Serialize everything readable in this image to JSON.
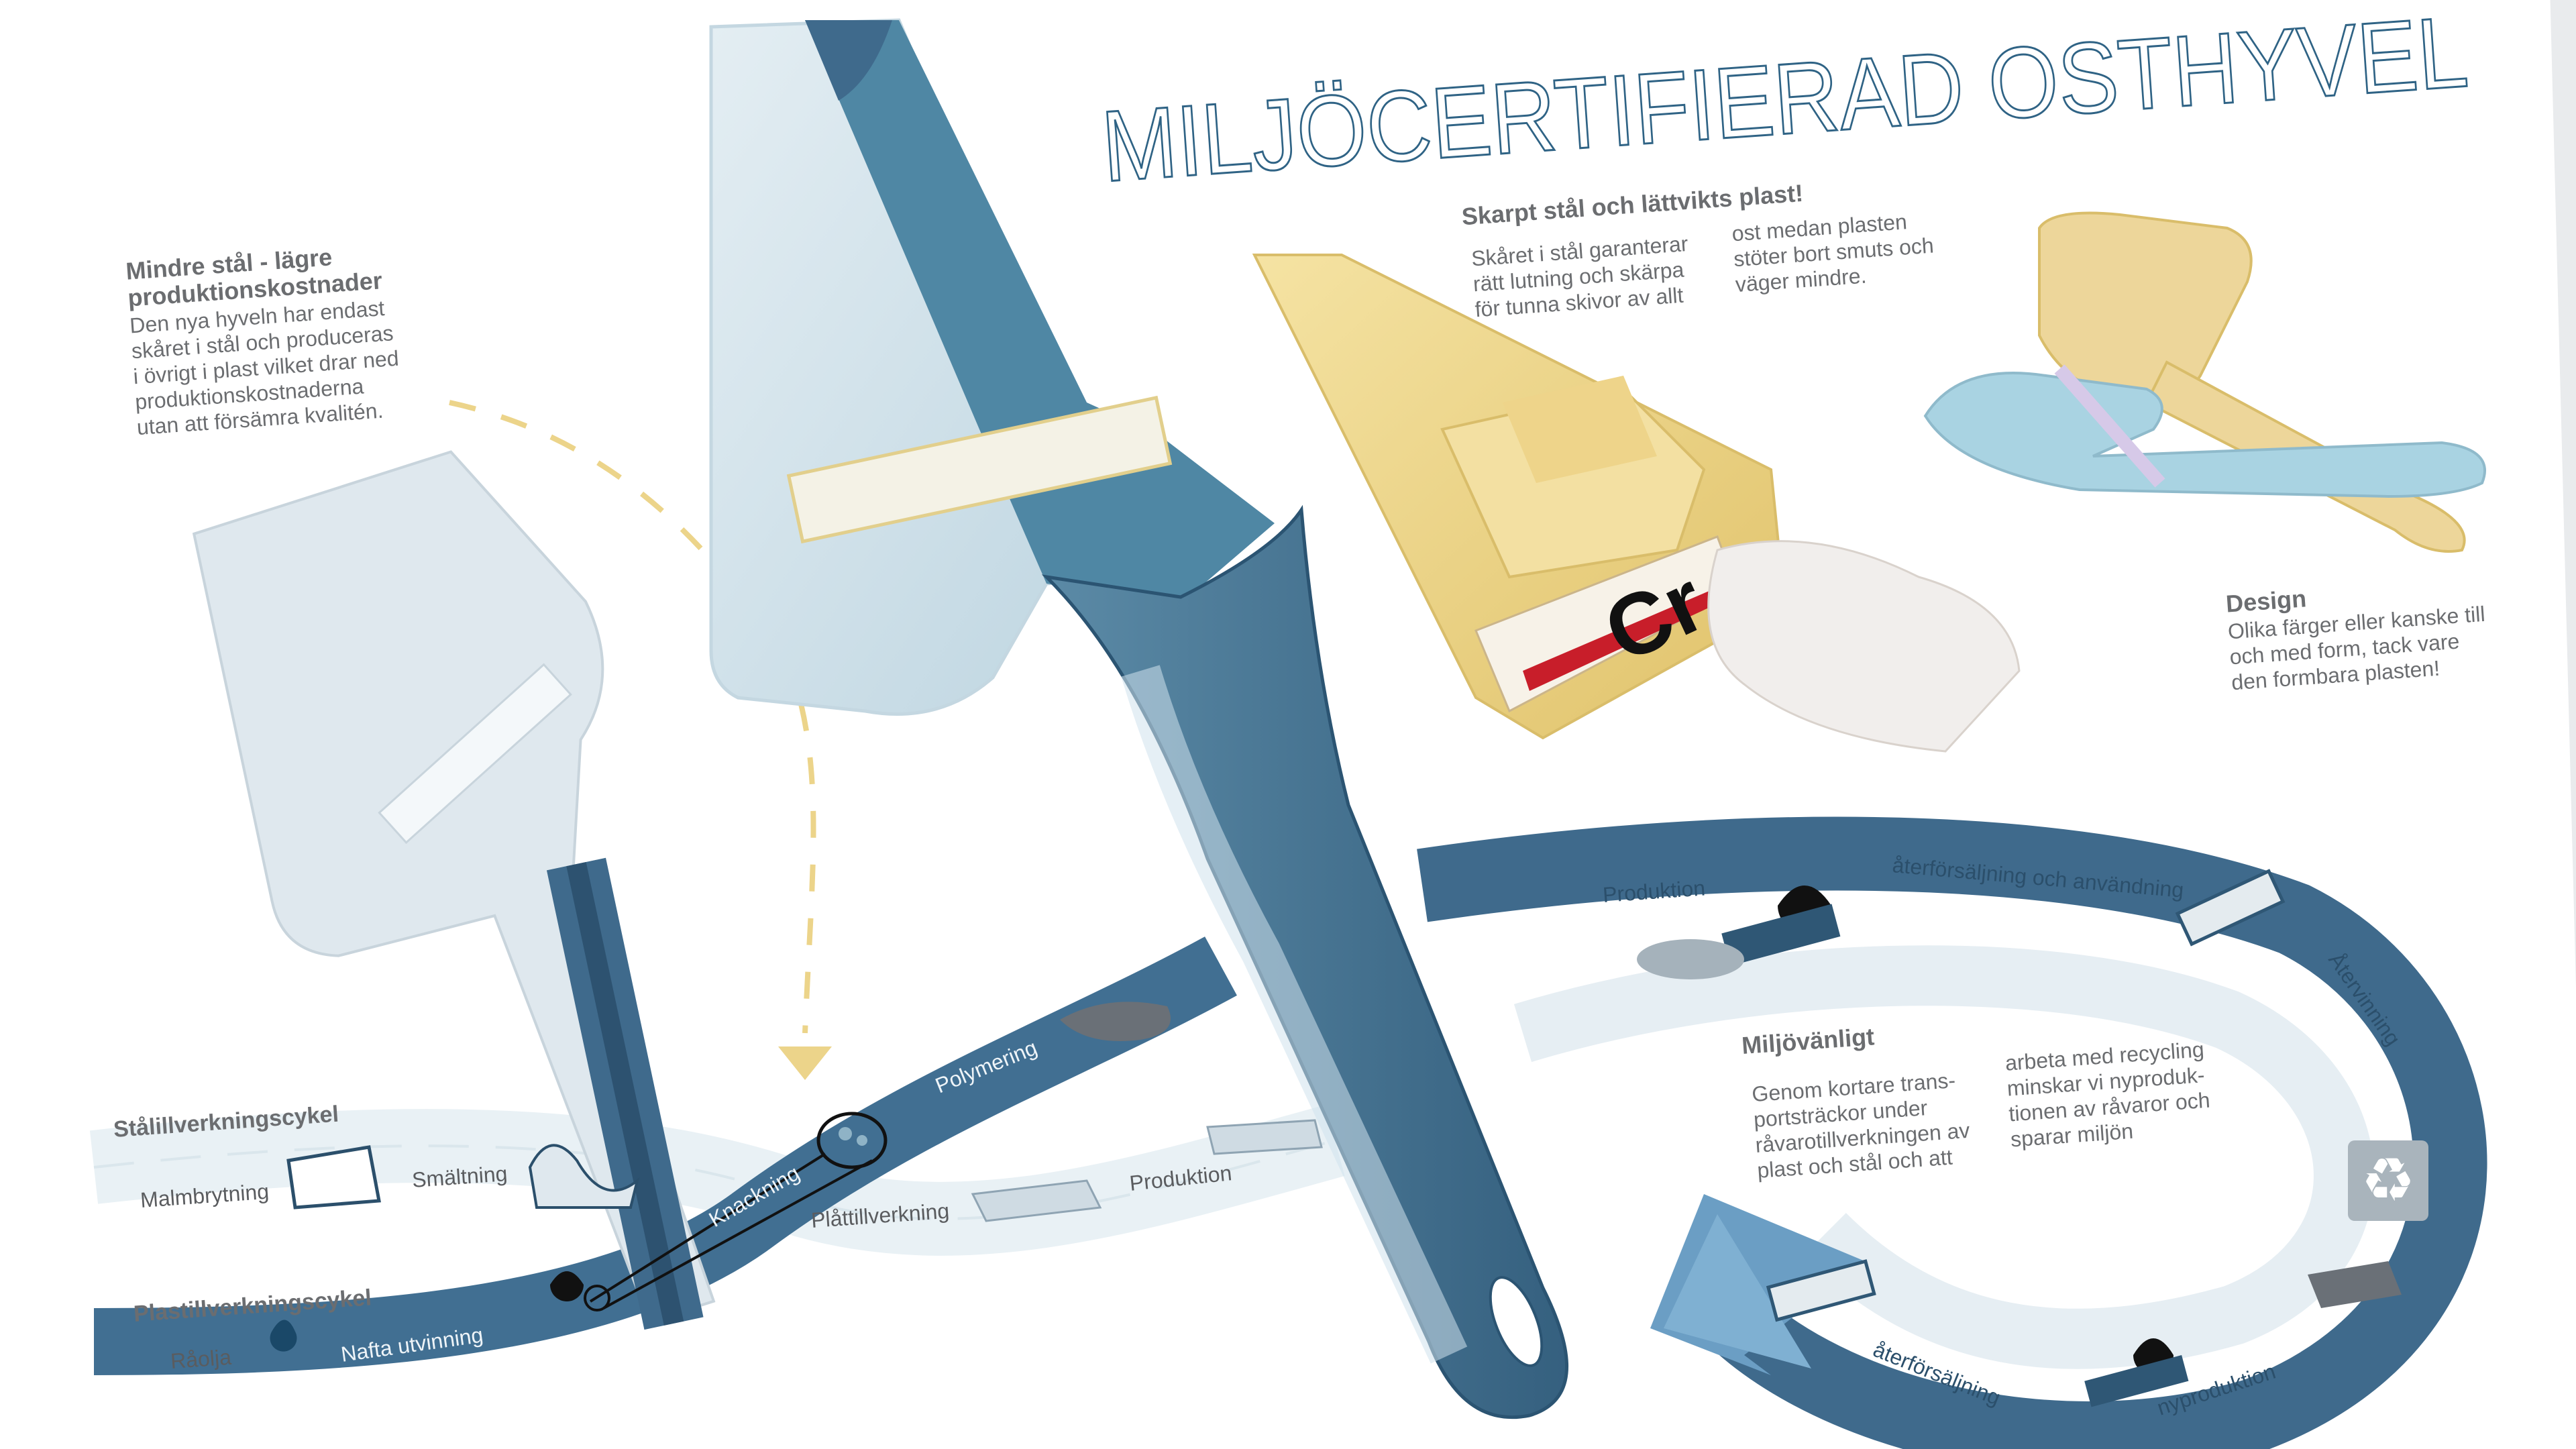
{
  "title": "MILJÖCERTIFIERAD OSTHYVEL",
  "sections": {
    "cost": {
      "heading_1": "Mindre stål - lägre",
      "heading_2": "produktionskostnader",
      "lines": [
        "Den nya hyveln har endast",
        "skåret i stål och produceras",
        "i övrigt i plast vilket drar ned",
        "produktionskostnaderna",
        "utan att försämra kvalitén."
      ]
    },
    "steel_plastic": {
      "heading": "Skarpt stål och lättvikts plast!",
      "col1": [
        "Skåret i stål garanterar",
        "rätt lutning och skärpa",
        "för tunna skivor av allt"
      ],
      "col2": [
        "ost medan plasten",
        "stöter bort smuts och",
        "väger mindre."
      ]
    },
    "design": {
      "heading": "Design",
      "lines": [
        "Olika färger eller kanske till",
        "och med form, tack vare",
        "den formbara plasten!"
      ]
    },
    "eco": {
      "heading": "Miljövänligt",
      "col1": [
        "Genom kortare trans-",
        "portsträckor under",
        "råvarotillverkningen av",
        "plast och stål och att"
      ],
      "col2": [
        "arbeta med recycling",
        "minskar vi nyproduk-",
        "tionen av råvaror och",
        "sparar miljön"
      ]
    }
  },
  "steel_cycle": {
    "title": "Stålillverkningscykel",
    "steps": [
      "Malmbrytning",
      "Smältning",
      "Plåttillverkning",
      "Produktion"
    ]
  },
  "plastic_cycle": {
    "title": "Plastillverkningscykel",
    "steps": [
      "Råolja",
      "Nafta utvinning",
      "Knackning",
      "Polymering"
    ]
  },
  "loop_labels": {
    "produktion": "Produktion",
    "resale_use": "återförsäljning och användning",
    "recycling": "Återvinning",
    "new_production": "nyproduktion",
    "resale": "återförsäljning"
  },
  "package_text": "Cr",
  "colors": {
    "blue": "#3f6a8c",
    "light_blue": "#c9dce6",
    "cheese": "#ecd48a",
    "background": "#ffffff"
  }
}
